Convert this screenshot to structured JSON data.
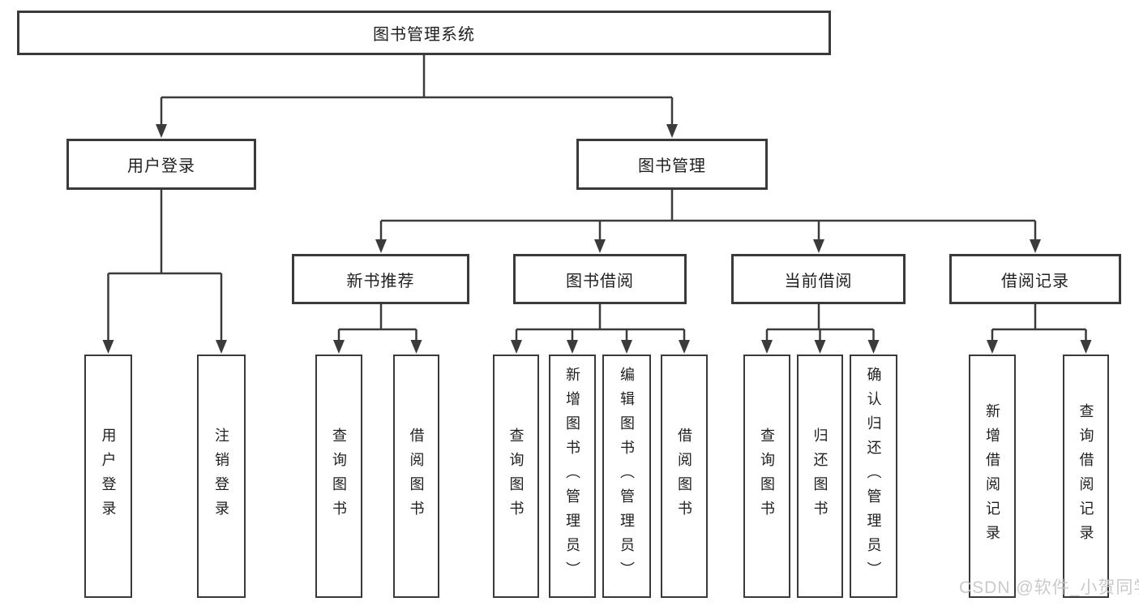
{
  "diagram": {
    "title": "图书管理系统",
    "level2": {
      "user_login": "用户登录",
      "book_management": "图书管理"
    },
    "level3": {
      "new_book_recommend": "新书推荐",
      "book_borrow": "图书借阅",
      "current_borrow": "当前借阅",
      "borrow_record": "借阅记录"
    },
    "leaves": {
      "user_login": [
        "用户登录",
        "注销登录"
      ],
      "new_book_recommend": [
        "查询图书",
        "借阅图书"
      ],
      "book_borrow": [
        "查询图书",
        "新增图书（管理员）",
        "编辑图书（管理员）",
        "借阅图书"
      ],
      "current_borrow": [
        "查询图书",
        "归还图书",
        "确认归还（管理员）"
      ],
      "borrow_record": [
        "新增借阅记录",
        "查询借阅记录"
      ]
    }
  },
  "watermark": {
    "text": "CSDN @软件_小贺同学"
  },
  "colors": {
    "line": "#3b3b3b",
    "box_border": "#3a3a3a",
    "text": "#1f1f1f",
    "watermark": "#c7c7c7",
    "background": "#ffffff"
  }
}
